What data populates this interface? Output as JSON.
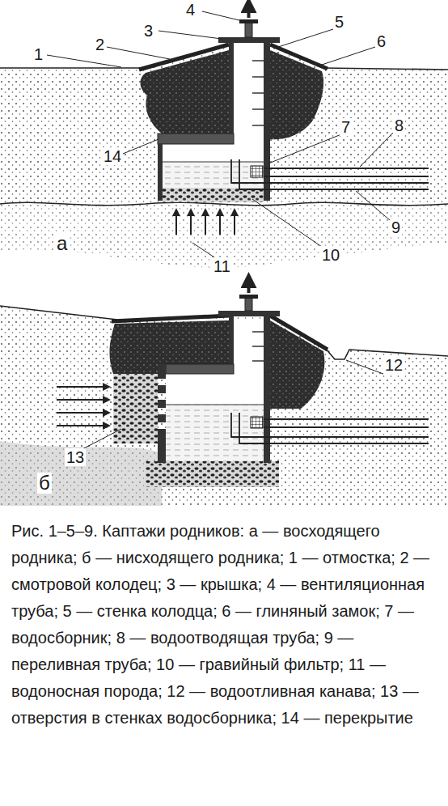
{
  "diagram": {
    "caption": "Рис. 1–5–9. Каптажи родников: а — восходящего родника; б — нисходящего родника; 1 — отмостка; 2 — смотровой колодец; 3 — крышка; 4 — вентиляционная труба; 5 — стенка колодца; 6 — глиняный замок; 7 — водосборник; 8 — водоотводящая труба; 9 — переливная труба; 10 — гравийный фильтр; 11 — водоносная порода; 12 — водоотливная канава; 13 — отверстия в стенках водосборника; 14 — перекрытие",
    "labels": [
      "4",
      "3",
      "5",
      "2",
      "6",
      "1",
      "14",
      "7",
      "8",
      "9",
      "а",
      "10",
      "11",
      "12",
      "13",
      "б"
    ]
  }
}
